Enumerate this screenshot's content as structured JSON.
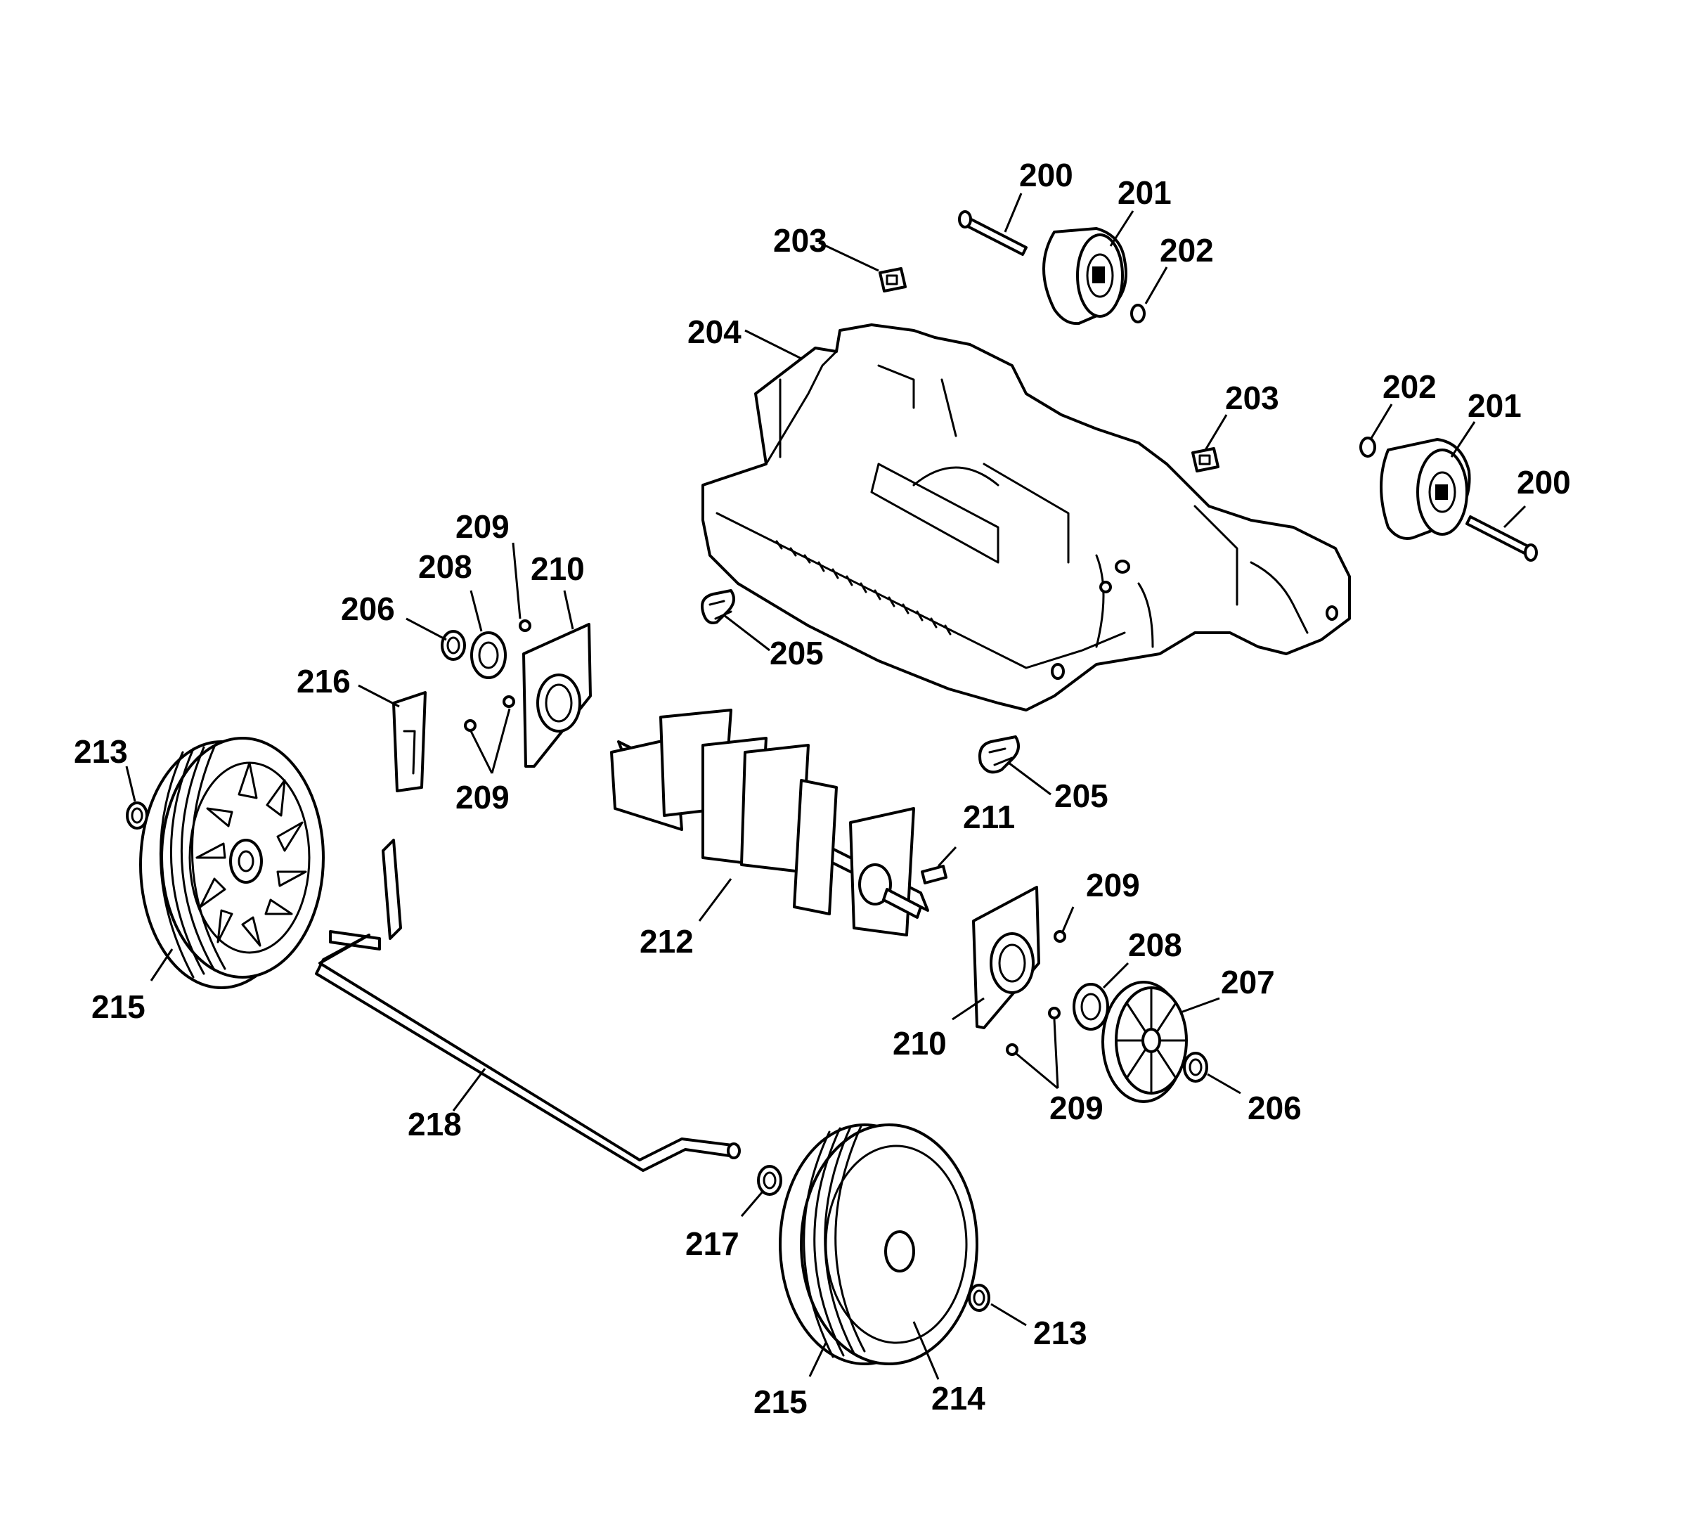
{
  "diagram": {
    "callouts": [
      {
        "id": "c200a",
        "text": "200"
      },
      {
        "id": "c201a",
        "text": "201"
      },
      {
        "id": "c202a",
        "text": "202"
      },
      {
        "id": "c203a",
        "text": "203"
      },
      {
        "id": "c204",
        "text": "204"
      },
      {
        "id": "c203b",
        "text": "203"
      },
      {
        "id": "c202b",
        "text": "202"
      },
      {
        "id": "c201b",
        "text": "201"
      },
      {
        "id": "c200b",
        "text": "200"
      },
      {
        "id": "c209a",
        "text": "209"
      },
      {
        "id": "c208a",
        "text": "208"
      },
      {
        "id": "c210a",
        "text": "210"
      },
      {
        "id": "c206a",
        "text": "206"
      },
      {
        "id": "c205a",
        "text": "205"
      },
      {
        "id": "c216",
        "text": "216"
      },
      {
        "id": "c213a",
        "text": "213"
      },
      {
        "id": "c209b",
        "text": "209"
      },
      {
        "id": "c205b",
        "text": "205"
      },
      {
        "id": "c211",
        "text": "211"
      },
      {
        "id": "c209c",
        "text": "209"
      },
      {
        "id": "c212",
        "text": "212"
      },
      {
        "id": "c208b",
        "text": "208"
      },
      {
        "id": "c215a",
        "text": "215"
      },
      {
        "id": "c207",
        "text": "207"
      },
      {
        "id": "c210b",
        "text": "210"
      },
      {
        "id": "c209d",
        "text": "209"
      },
      {
        "id": "c206b",
        "text": "206"
      },
      {
        "id": "c218",
        "text": "218"
      },
      {
        "id": "c217",
        "text": "217"
      },
      {
        "id": "c213b",
        "text": "213"
      },
      {
        "id": "c215b",
        "text": "215"
      },
      {
        "id": "c214",
        "text": "214"
      }
    ]
  }
}
